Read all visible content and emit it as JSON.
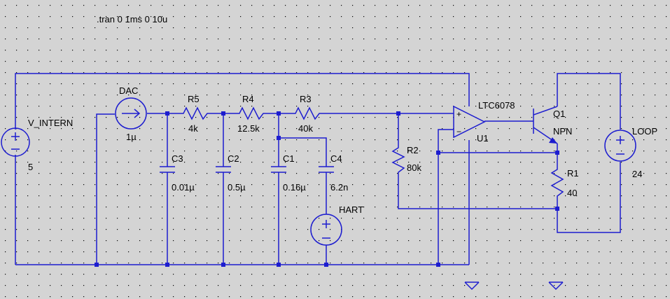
{
  "directive": ".tran 0 1ms 0 10u",
  "components": {
    "v_intern": {
      "name": "V_INTERN",
      "value": "5"
    },
    "dac": {
      "name": "DAC",
      "value": "1µ"
    },
    "r5": {
      "name": "R5",
      "value": "4k"
    },
    "r4": {
      "name": "R4",
      "value": "12.5k"
    },
    "r3": {
      "name": "R3",
      "value": "40k"
    },
    "c3": {
      "name": "C3",
      "value": "0.01µ"
    },
    "c2": {
      "name": "C2",
      "value": "0.5µ"
    },
    "c1": {
      "name": "C1",
      "value": "0.16µ"
    },
    "c4": {
      "name": "C4",
      "value": "6.2n"
    },
    "r2": {
      "name": "R2",
      "value": "80k"
    },
    "hart": {
      "name": "HART"
    },
    "u1": {
      "name": "U1",
      "part": "LTC6078"
    },
    "q1": {
      "name": "Q1",
      "type": "NPN"
    },
    "r1": {
      "name": "R1",
      "value": "40"
    },
    "loop": {
      "name": "LOOP",
      "value": "24"
    }
  },
  "opamp_pins": {
    "plus": "+",
    "minus": "−"
  },
  "colors": {
    "background": "#d4d4d4",
    "wire": "#1d1dcf",
    "grid_dot": "#000000"
  }
}
